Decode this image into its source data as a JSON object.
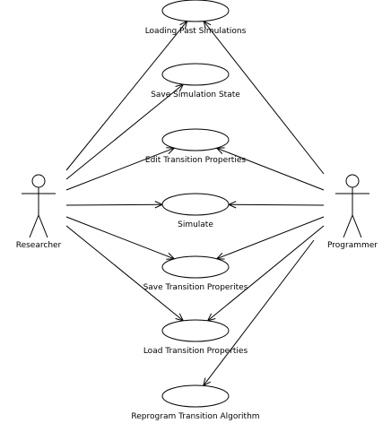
{
  "diagram": {
    "type": "use-case",
    "actors": [
      {
        "id": "researcher",
        "label": "Researcher"
      },
      {
        "id": "programmer",
        "label": "Programmer"
      }
    ],
    "use_cases": [
      {
        "id": "loading-past-simulations",
        "label": "Loading Past Simulations"
      },
      {
        "id": "save-simulation-state",
        "label": "Save Simulation State"
      },
      {
        "id": "edit-transition-properties",
        "label": "Edit Transition Properties"
      },
      {
        "id": "simulate",
        "label": "Simulate"
      },
      {
        "id": "save-transition-properites",
        "label": "Save Transition Properites"
      },
      {
        "id": "load-transition-properties",
        "label": "Load Transition Properties"
      },
      {
        "id": "reprogram-transition-algorithm",
        "label": "Reprogram Transition Algorithm"
      }
    ],
    "associations": [
      {
        "from": "researcher",
        "to": "loading-past-simulations"
      },
      {
        "from": "researcher",
        "to": "save-simulation-state"
      },
      {
        "from": "researcher",
        "to": "edit-transition-properties"
      },
      {
        "from": "researcher",
        "to": "simulate"
      },
      {
        "from": "researcher",
        "to": "save-transition-properites"
      },
      {
        "from": "researcher",
        "to": "load-transition-properties"
      },
      {
        "from": "programmer",
        "to": "loading-past-simulations"
      },
      {
        "from": "programmer",
        "to": "edit-transition-properties"
      },
      {
        "from": "programmer",
        "to": "simulate"
      },
      {
        "from": "programmer",
        "to": "save-transition-properites"
      },
      {
        "from": "programmer",
        "to": "load-transition-properties"
      },
      {
        "from": "programmer",
        "to": "reprogram-transition-algorithm"
      }
    ]
  }
}
